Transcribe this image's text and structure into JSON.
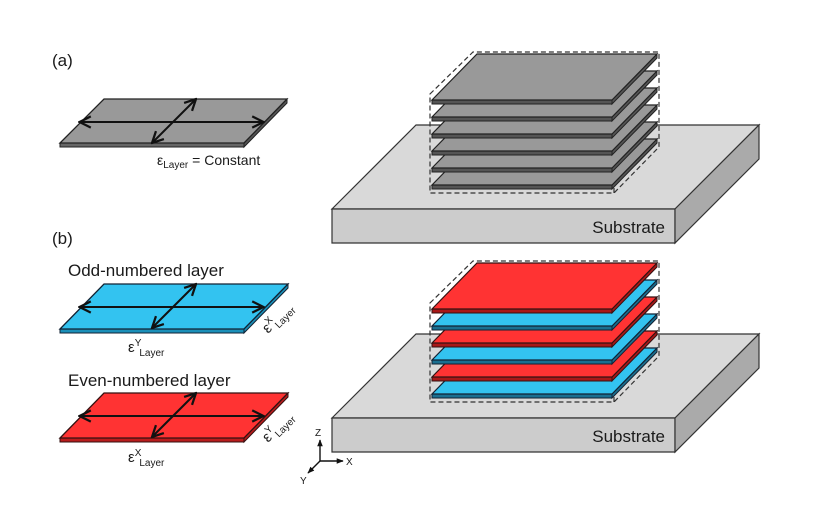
{
  "panels": {
    "a": {
      "label": "(a)",
      "strain_symbol": "ε",
      "strain_subscript": "Layer",
      "strain_equation": " = Constant"
    },
    "b": {
      "label": "(b)",
      "odd_layer_title": "Odd-numbered layer",
      "even_layer_title": "Even-numbered layer",
      "odd_front_label": {
        "symbol": "ε",
        "sup": "Y",
        "sub": "Layer"
      },
      "odd_side_label": {
        "symbol": "ε",
        "sup": "X",
        "sub": "Layer"
      },
      "even_front_label": {
        "symbol": "ε",
        "sup": "X",
        "sub": "Layer"
      },
      "even_side_label": {
        "symbol": "ε",
        "sup": "Y",
        "sub": "Layer"
      }
    }
  },
  "stacks": {
    "top": {
      "substrate_label": "Substrate",
      "layer_count": 6,
      "layer_colors": [
        "gray",
        "gray",
        "gray",
        "gray",
        "gray",
        "gray"
      ]
    },
    "bottom": {
      "substrate_label": "Substrate",
      "layer_count": 6,
      "layer_colors": [
        "red",
        "blue",
        "red",
        "blue",
        "red",
        "blue"
      ]
    }
  },
  "axes": {
    "z": "Z",
    "x": "X",
    "y": "Y"
  },
  "colors": {
    "gray_layer": "#999999",
    "gray_edge": "#555555",
    "red_layer": "#FF3333",
    "red_edge": "#A81818",
    "blue_layer": "#33C3F0",
    "blue_edge": "#1A6F90",
    "substrate_top": "#D9D9D9",
    "substrate_front": "#CCCCCC",
    "substrate_side": "#AAAAAA"
  }
}
